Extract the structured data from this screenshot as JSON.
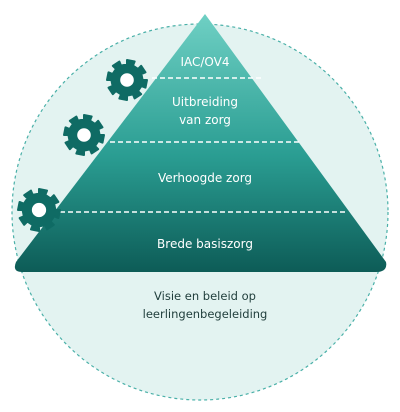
{
  "diagram": {
    "tiers": [
      {
        "id": "iac",
        "lines": [
          "IAC/OV4"
        ]
      },
      {
        "id": "uitbreiding",
        "lines": [
          "Uitbreiding",
          "van zorg"
        ]
      },
      {
        "id": "verhoogde",
        "lines": [
          "Verhoogde zorg"
        ]
      },
      {
        "id": "brede",
        "lines": [
          "Brede basiszorg"
        ]
      }
    ],
    "caption": {
      "line1": "Visie en beleid op",
      "line2": "leerlingenbegeleiding"
    },
    "icons": [
      "gear-icon",
      "gear-icon",
      "gear-icon"
    ],
    "colors": {
      "circle_fill": "#e3f3f1",
      "circle_stroke": "#4ab0a8",
      "pyramid_top": "#6fd0c4",
      "pyramid_mid": "#2a9d92",
      "pyramid_bottom": "#0d5c57",
      "gear": "#0f6b64",
      "divider": "#ffffff",
      "caption_text": "#1f3d3b"
    }
  }
}
